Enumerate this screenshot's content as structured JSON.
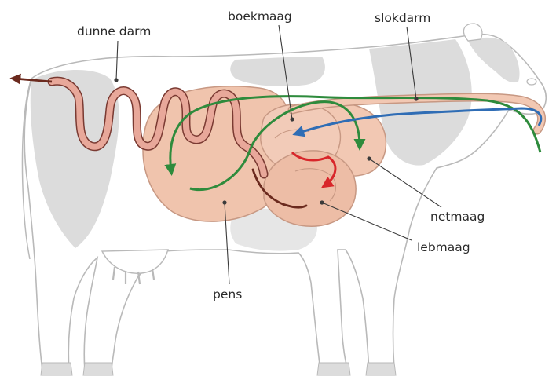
{
  "labels": {
    "dunne_darm": "dunne darm",
    "boekmaag": "boekmaag",
    "slokdarm": "slokdarm",
    "netmaag": "netmaag",
    "lebmaag": "lebmaag",
    "pens": "pens"
  },
  "colors": {
    "cow_body": "#ffffff",
    "cow_outline": "#b9b9b9",
    "cow_patch": "#dcdcdc",
    "stomach_fill": "#f0c4ad",
    "stomach_outline": "#c79883",
    "intestine_fill": "#e8a89a",
    "intestine_outline": "#7a3a32",
    "arrow_green": "#2e8b3c",
    "arrow_blue": "#2f6db5",
    "arrow_red": "#d8262a",
    "arrow_brown": "#6b2a1e",
    "leader_line": "#3a3a3a"
  }
}
